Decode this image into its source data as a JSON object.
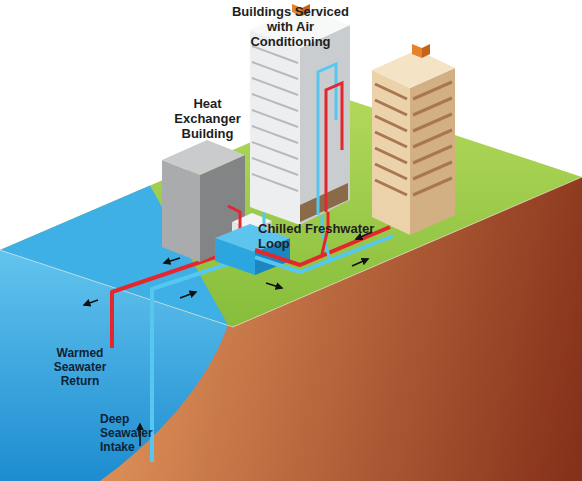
{
  "diagram": {
    "nodes": [
      {
        "text": [
          "Buildings Serviced with Air Conditioning"
        ]
      },
      {
        "text": [
          "Heat Exchanger Building"
        ]
      }
    ],
    "edges": [
      {
        "from": 1,
        "to": 0,
        "arrow": "none",
        "label": "Chilled Freshwater Loop"
      }
    ],
    "labels": [
      "Warmed Seawater Return",
      "Deep Seawater Intake"
    ]
  }
}
